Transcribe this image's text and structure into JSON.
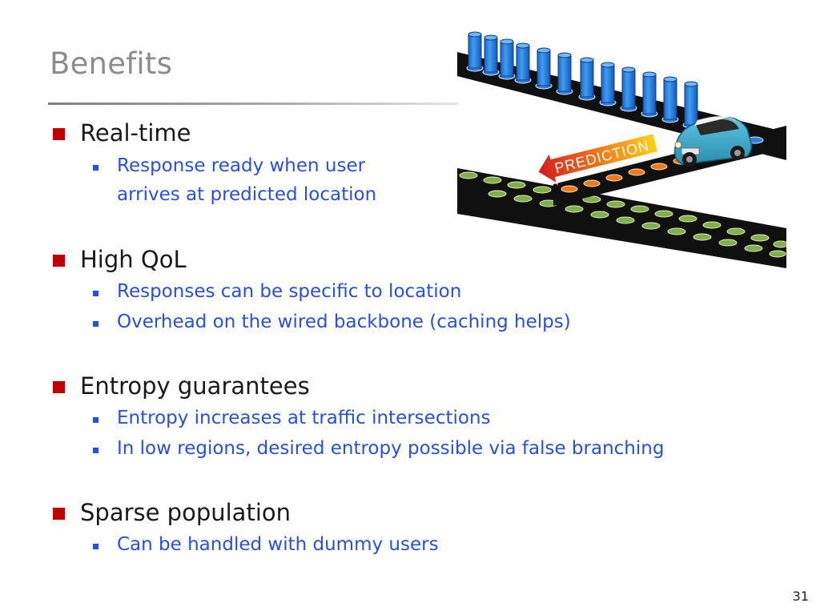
{
  "slide": {
    "title": "Benefits",
    "page_number": "31",
    "sections": [
      {
        "heading": "Real-time",
        "items": [
          "Response ready when user",
          "arrives at predicted location"
        ]
      },
      {
        "heading": "High QoL",
        "items": [
          "Responses can be specific to location",
          "Overhead on the wired backbone (caching helps)"
        ]
      },
      {
        "heading": "Entropy guarantees",
        "items": [
          "Entropy increases at traffic intersections",
          "In low regions, desired entropy possible via false branching"
        ]
      },
      {
        "heading": "Sparse population",
        "items": [
          "Can be handled with dummy users"
        ]
      }
    ]
  },
  "illustration": {
    "arrow_label": "PREDICTION",
    "icons": [
      "road-icon",
      "cylinder-icon",
      "car-icon",
      "arrow-icon"
    ]
  },
  "colors": {
    "title": "#8c8c8c",
    "heading_marker": "#c00000",
    "sub_text": "#2a4fdc",
    "road": "#111111",
    "cylinder": "#2f86e6",
    "car": "#3aa8c8"
  }
}
